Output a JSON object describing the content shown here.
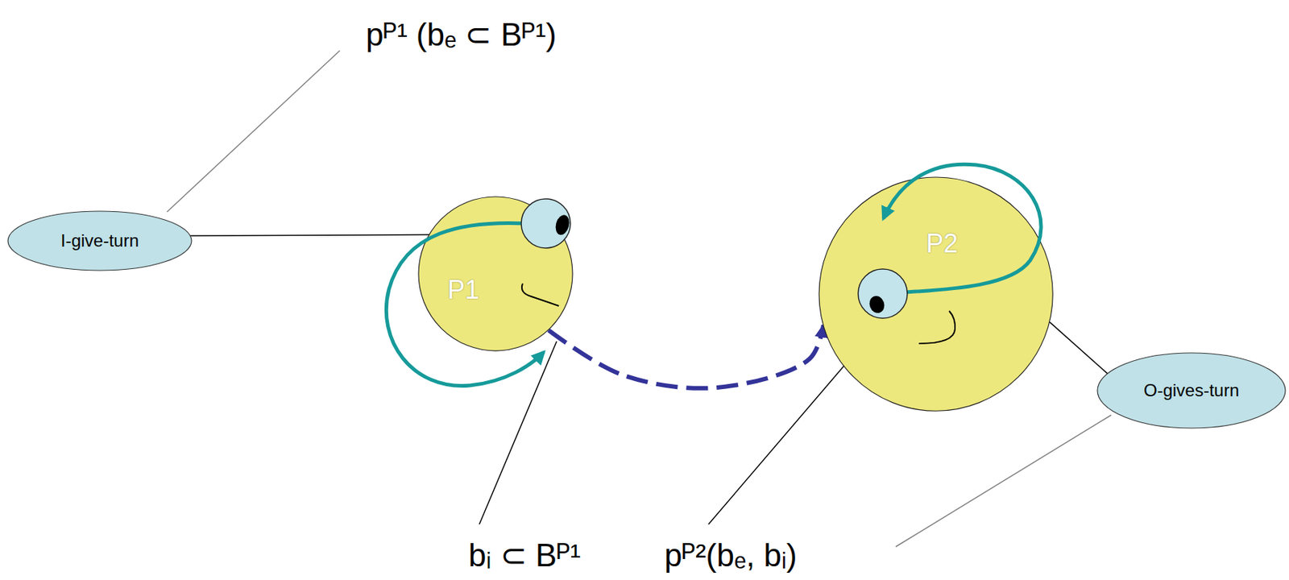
{
  "diagram": {
    "nodes": [
      {
        "text": [
          "I-give-turn"
        ]
      },
      {
        "text": [
          "P1"
        ]
      },
      {
        "text": [
          "P2"
        ]
      },
      {
        "text": [
          "O-gives-turn"
        ]
      }
    ],
    "edges": [
      {
        "from": 0,
        "to": 1,
        "arrow": "none"
      },
      {
        "from": 1,
        "to": 2,
        "arrow": "to"
      },
      {
        "from": 2,
        "to": 3,
        "arrow": "none"
      }
    ],
    "labels": [
      "pᴾ¹ (bₑ ⊂ Bᴾ¹)",
      "bᵢ ⊂ Bᴾ¹",
      "pᴾ²(bₑ, bᵢ)"
    ]
  }
}
